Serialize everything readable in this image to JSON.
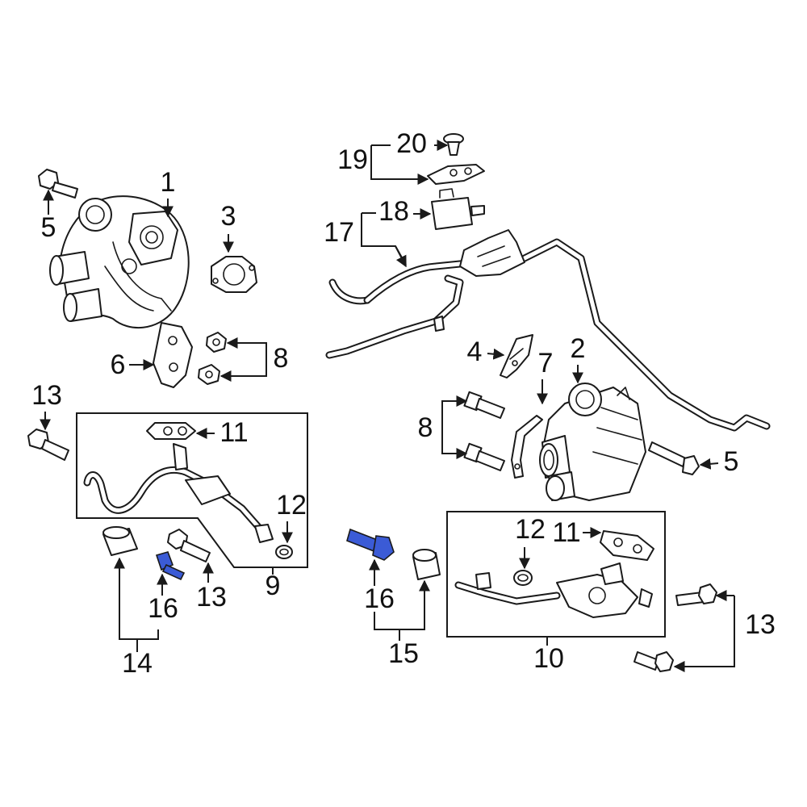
{
  "colors": {
    "line": "#1a1a1a",
    "highlight": "#3b5bd6",
    "background": "#ffffff"
  },
  "callouts": {
    "c1": "1",
    "c2": "2",
    "c3": "3",
    "c4": "4",
    "c5_left": "5",
    "c5_right": "5",
    "c6": "6",
    "c7": "7",
    "c8_left": "8",
    "c8_right": "8",
    "c9": "9",
    "c10": "10",
    "c11_left": "11",
    "c11_right": "11",
    "c12_left": "12",
    "c12_right": "12",
    "c13_top": "13",
    "c13_mid": "13",
    "c13_right": "13",
    "c14": "14",
    "c15": "15",
    "c16_left": "16",
    "c16_right": "16",
    "c17": "17",
    "c18": "18",
    "c19": "19",
    "c20": "20"
  }
}
